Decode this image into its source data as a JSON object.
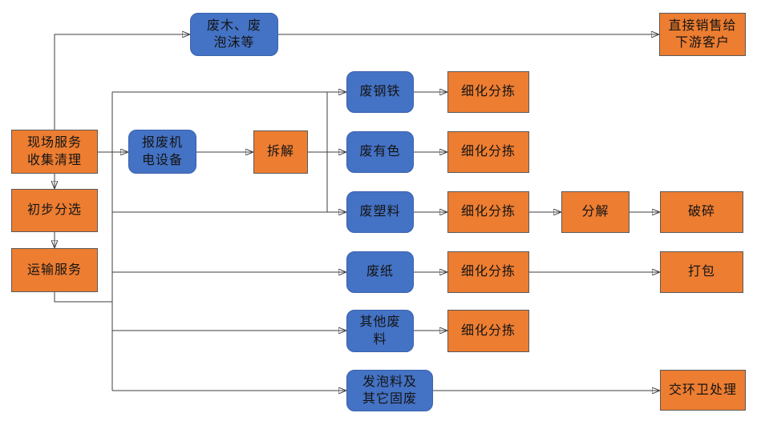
{
  "diagram": {
    "kind": "flowchart",
    "language": "zh-CN",
    "nodes": {
      "scrap_wood_foam": {
        "label": "废木、废\n泡沫等",
        "shape": "rounded",
        "color_key": "blue"
      },
      "direct_sale": {
        "label": "直接销售给\n下游客户",
        "shape": "rect",
        "color_key": "orange"
      },
      "onsite_collect": {
        "label": "现场服务\n收集清理",
        "shape": "rect",
        "color_key": "orange"
      },
      "preliminary_sort": {
        "label": "初步分选",
        "shape": "rect",
        "color_key": "orange"
      },
      "transport": {
        "label": "运输服务",
        "shape": "rect",
        "color_key": "orange"
      },
      "scrap_equipment": {
        "label": "报废机\n电设备",
        "shape": "rounded",
        "color_key": "blue"
      },
      "dismantle": {
        "label": "拆解",
        "shape": "rect",
        "color_key": "orange"
      },
      "waste_steel": {
        "label": "废钢铁",
        "shape": "rounded",
        "color_key": "blue"
      },
      "waste_nonferrous": {
        "label": "废有色",
        "shape": "rounded",
        "color_key": "blue"
      },
      "waste_plastic": {
        "label": "废塑料",
        "shape": "rounded",
        "color_key": "blue"
      },
      "waste_paper": {
        "label": "废纸",
        "shape": "rounded",
        "color_key": "blue"
      },
      "other_waste": {
        "label": "其他废\n料",
        "shape": "rounded",
        "color_key": "blue"
      },
      "foam_solid_waste": {
        "label": "发泡料及\n其它固废",
        "shape": "rounded",
        "color_key": "blue"
      },
      "refine_sort_steel": {
        "label": "细化分拣",
        "shape": "rect",
        "color_key": "orange"
      },
      "refine_sort_nonferrous": {
        "label": "细化分拣",
        "shape": "rect",
        "color_key": "orange"
      },
      "refine_sort_plastic": {
        "label": "细化分拣",
        "shape": "rect",
        "color_key": "orange"
      },
      "refine_sort_paper": {
        "label": "细化分拣",
        "shape": "rect",
        "color_key": "orange"
      },
      "refine_sort_other": {
        "label": "细化分拣",
        "shape": "rect",
        "color_key": "orange"
      },
      "decompose": {
        "label": "分解",
        "shape": "rect",
        "color_key": "orange"
      },
      "crush": {
        "label": "破碎",
        "shape": "rect",
        "color_key": "orange"
      },
      "pack": {
        "label": "打包",
        "shape": "rect",
        "color_key": "orange"
      },
      "sanitation": {
        "label": "交环卫处理",
        "shape": "rect",
        "color_key": "orange"
      }
    },
    "edges": [
      {
        "from": "onsite_collect",
        "to": "scrap_wood_foam"
      },
      {
        "from": "scrap_wood_foam",
        "to": "direct_sale"
      },
      {
        "from": "onsite_collect",
        "to": "preliminary_sort"
      },
      {
        "from": "preliminary_sort",
        "to": "transport"
      },
      {
        "from": "onsite_collect",
        "to": "scrap_equipment"
      },
      {
        "from": "scrap_equipment",
        "to": "dismantle"
      },
      {
        "from": "dismantle",
        "to": "waste_steel"
      },
      {
        "from": "dismantle",
        "to": "waste_nonferrous"
      },
      {
        "from": "dismantle",
        "to": "waste_plastic"
      },
      {
        "from": "transport",
        "to": "waste_steel"
      },
      {
        "from": "transport",
        "to": "waste_plastic"
      },
      {
        "from": "transport",
        "to": "waste_paper"
      },
      {
        "from": "transport",
        "to": "other_waste"
      },
      {
        "from": "transport",
        "to": "foam_solid_waste"
      },
      {
        "from": "waste_steel",
        "to": "refine_sort_steel"
      },
      {
        "from": "waste_nonferrous",
        "to": "refine_sort_nonferrous"
      },
      {
        "from": "waste_plastic",
        "to": "refine_sort_plastic"
      },
      {
        "from": "waste_paper",
        "to": "refine_sort_paper"
      },
      {
        "from": "other_waste",
        "to": "refine_sort_other"
      },
      {
        "from": "refine_sort_plastic",
        "to": "decompose"
      },
      {
        "from": "decompose",
        "to": "crush"
      },
      {
        "from": "refine_sort_paper",
        "to": "pack"
      },
      {
        "from": "foam_solid_waste",
        "to": "sanitation"
      }
    ]
  },
  "colors": {
    "blue": "#4472C4",
    "blue_border": "#3A62AD",
    "orange": "#ED7D31",
    "orange_border": "#5A5A5A",
    "line": "#3F3F3F",
    "text": "#141414",
    "background": "#FFFFFF"
  }
}
